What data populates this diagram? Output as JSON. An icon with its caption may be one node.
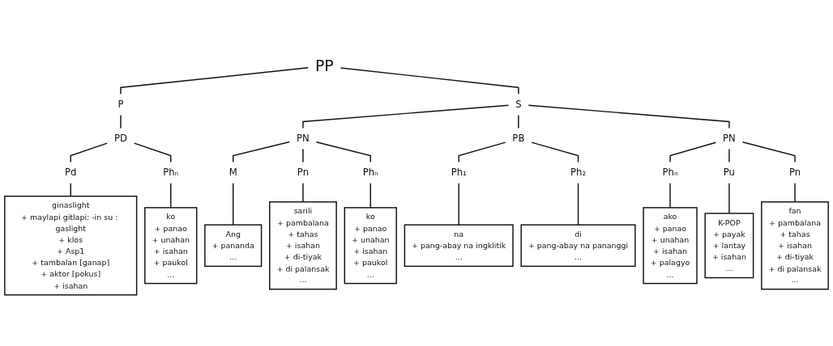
{
  "diagram": {
    "nodes": [
      {
        "text": [
          "PP"
        ]
      },
      {
        "text": [
          "P"
        ]
      },
      {
        "text": [
          "S"
        ]
      },
      {
        "text": [
          "PD"
        ]
      },
      {
        "text": [
          "Pd"
        ]
      },
      {
        "text": [
          "Phₙ"
        ]
      },
      {
        "text": [
          "ginaslight",
          "+ maylapi gitlapi: -in su : gaslight",
          "+ klos",
          "+ Asp1",
          "+ tambalan [ganap]",
          "+ aktor [pokus]",
          "+ isahan"
        ]
      },
      {
        "text": [
          "ko",
          "+ panao",
          "+ unahan",
          "+ isahan",
          "+ paukol",
          "..."
        ]
      },
      {
        "text": [
          "PN"
        ]
      },
      {
        "text": [
          "M"
        ]
      },
      {
        "text": [
          "Pn"
        ]
      },
      {
        "text": [
          "Phₙ"
        ]
      },
      {
        "text": [
          "Ang",
          "+ pananda",
          "..."
        ]
      },
      {
        "text": [
          "sarili",
          "+ pambalana",
          "+ tahas",
          "+ isahan",
          "+ di-tiyak",
          "+ di palansak",
          "..."
        ]
      },
      {
        "text": [
          "ko",
          "+ panao",
          "+ unahan",
          "+ isahan",
          "+ paukol",
          "..."
        ]
      },
      {
        "text": [
          "PB"
        ]
      },
      {
        "text": [
          "Ph₁"
        ]
      },
      {
        "text": [
          "Ph₂"
        ]
      },
      {
        "text": [
          "na",
          "+ pang-abay na ingklitik",
          "..."
        ]
      },
      {
        "text": [
          "di",
          "+ pang-abay na pananggi",
          "..."
        ]
      },
      {
        "text": [
          "PN"
        ]
      },
      {
        "text": [
          "Phₙ"
        ]
      },
      {
        "text": [
          "Pu"
        ]
      },
      {
        "text": [
          "Pn"
        ]
      },
      {
        "text": [
          "ako",
          "+ panao",
          "+ unahan",
          "+ isahan",
          "+ palagyo",
          "..."
        ]
      },
      {
        "text": [
          "K-POP",
          "+ payak",
          "+ lantay",
          "+ isahan",
          "..."
        ]
      },
      {
        "text": [
          "fan",
          "+ pambalana",
          "+ tahas",
          "+ isahan",
          "+ di-tiyak",
          "+ di palansak",
          "..."
        ]
      }
    ],
    "edges": [
      {
        "from": 0,
        "to": 1,
        "arrow": "none"
      },
      {
        "from": 0,
        "to": 2,
        "arrow": "none"
      },
      {
        "from": 1,
        "to": 3,
        "arrow": "none"
      },
      {
        "from": 3,
        "to": 4,
        "arrow": "none"
      },
      {
        "from": 3,
        "to": 5,
        "arrow": "none"
      },
      {
        "from": 4,
        "to": 6,
        "arrow": "none"
      },
      {
        "from": 5,
        "to": 7,
        "arrow": "none"
      },
      {
        "from": 2,
        "to": 8,
        "arrow": "none"
      },
      {
        "from": 2,
        "to": 15,
        "arrow": "none"
      },
      {
        "from": 2,
        "to": 20,
        "arrow": "none"
      },
      {
        "from": 8,
        "to": 9,
        "arrow": "none"
      },
      {
        "from": 8,
        "to": 10,
        "arrow": "none"
      },
      {
        "from": 8,
        "to": 11,
        "arrow": "none"
      },
      {
        "from": 9,
        "to": 12,
        "arrow": "none"
      },
      {
        "from": 10,
        "to": 13,
        "arrow": "none"
      },
      {
        "from": 11,
        "to": 14,
        "arrow": "none"
      },
      {
        "from": 15,
        "to": 16,
        "arrow": "none"
      },
      {
        "from": 15,
        "to": 17,
        "arrow": "none"
      },
      {
        "from": 16,
        "to": 18,
        "arrow": "none"
      },
      {
        "from": 17,
        "to": 19,
        "arrow": "none"
      },
      {
        "from": 20,
        "to": 21,
        "arrow": "none"
      },
      {
        "from": 20,
        "to": 22,
        "arrow": "none"
      },
      {
        "from": 20,
        "to": 23,
        "arrow": "none"
      },
      {
        "from": 21,
        "to": 24,
        "arrow": "none"
      },
      {
        "from": 22,
        "to": 25,
        "arrow": "none"
      },
      {
        "from": 23,
        "to": 26,
        "arrow": "none"
      }
    ]
  }
}
